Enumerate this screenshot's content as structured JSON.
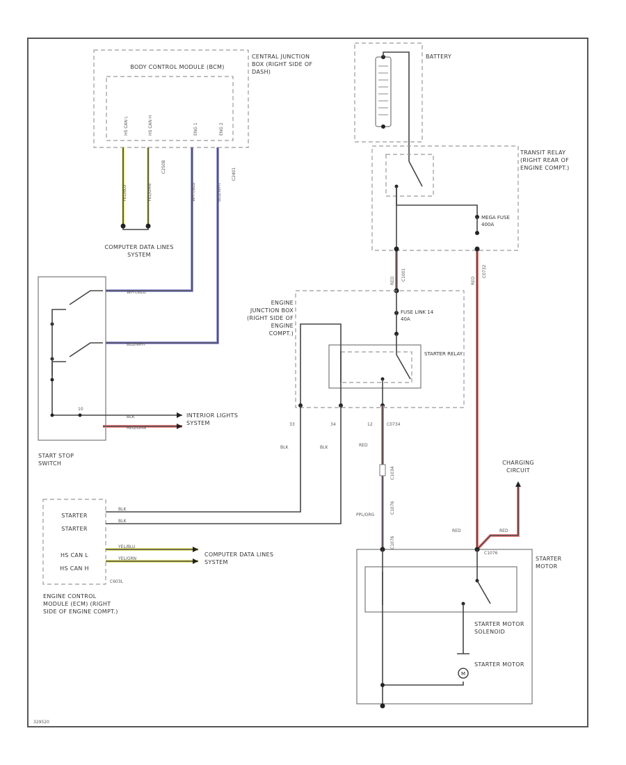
{
  "colors": {
    "wire": "#444444",
    "red": "#f08080",
    "purple": "#9b9be0",
    "yellow": "#e8e870",
    "pink": "#e29ae8"
  },
  "labels": {
    "bcm": "BODY CONTROL MODULE (BCM)",
    "cjb": "CENTRAL JUNCTION BOX (RIGHT SIDE OF DASH)",
    "battery": "BATTERY",
    "transit_relay": "TRANSIT RELAY (RIGHT REAR OF ENGINE COMPT.)",
    "mega_fuse": "MEGA FUSE 400A",
    "computer_data_top": "COMPUTER DATA LINES SYSTEM",
    "engine_jb": "ENGINE JUNCTION BOX (RIGHT SIDE OF ENGINE COMPT.)",
    "fuse_link": "FUSE LINK 14 40A",
    "starter_relay": "STARTER RELAY",
    "start_stop": "START STOP SWITCH",
    "interior_lights": "INTERIOR LIGHTS SYSTEM",
    "charging": "CHARGING CIRCUIT",
    "ecm": "ENGINE CONTROL MODULE (ECM) (RIGHT SIDE OF ENGINE COMPT.)",
    "ecm_pins": [
      "STARTER",
      "STARTER",
      "HS CAN L",
      "HS CAN H"
    ],
    "ecm_conn": "C603L",
    "computer_data_bottom": "COMPUTER DATA LINES SYSTEM",
    "starter_motor": "STARTER MOTOR",
    "solenoid": "STARTER MOTOR SOLENOID",
    "motor": "STARTER MOTOR",
    "footer": "329520"
  },
  "wires": {
    "bcm_pins": [
      "HS CAN L",
      "HS CAN H",
      "ENG 1",
      "ENG 2"
    ],
    "bcm_conn": "C250B",
    "bcm_wire": [
      "YEL/BLU",
      "YEL/GRN",
      "WHT/BLU",
      "BLU/WHT"
    ],
    "bcm_conn2": "C2401",
    "sw_wht": "WHT/BLU",
    "sw_blu": "BLU/WHT",
    "sw_blk": "BLK",
    "sw_redgrn": "RED/GRN",
    "pin10": "10",
    "red": "RED",
    "ejb_conn": "C1001",
    "pin33": "33",
    "pin34": "34",
    "pin12": "12",
    "ejb_conn2": "C0734",
    "blk": "BLK",
    "c1034": "C1034",
    "c1076": "C1076",
    "ppl_org": "PPL/ORG",
    "c1076b": "C1076",
    "ecm_blk1": "BLK",
    "ecm_blk2": "BLK",
    "ecm_yb": "YEL/BLU",
    "ecm_yg": "YEL/GRN",
    "red2": "RED",
    "red3": "RED",
    "c1076c": "C1076",
    "mega_conn": "C0732"
  }
}
